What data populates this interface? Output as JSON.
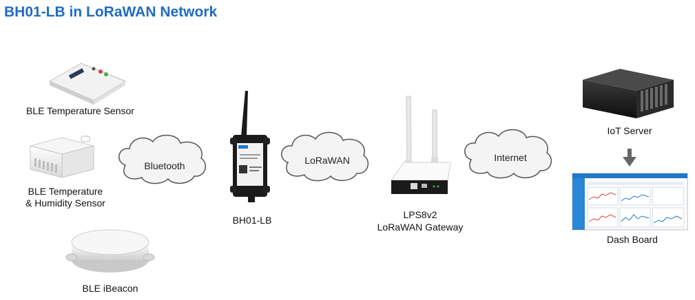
{
  "title": "BH01-LB in LoRaWAN Network",
  "devices": {
    "ble_temp": "BLE Temperature Sensor",
    "ble_temp_hum_line1": "BLE Temperature",
    "ble_temp_hum_line2": "& Humidity Sensor",
    "ble_ibeacon": "BLE iBeacon",
    "bh01": "BH01-LB",
    "gateway_line1": "LPS8v2",
    "gateway_line2": "LoRaWAN Gateway",
    "iot_server": "IoT Server",
    "dashboard": "Dash Board"
  },
  "links": {
    "bluetooth": "Bluetooth",
    "lorawan": "LoRaWAN",
    "internet": "Internet"
  },
  "colors": {
    "title": "#1f6cc0",
    "cloud_fill": "#f4f4f4",
    "cloud_stroke": "#555555",
    "dashboard_sidebar": "#1f78c8"
  }
}
